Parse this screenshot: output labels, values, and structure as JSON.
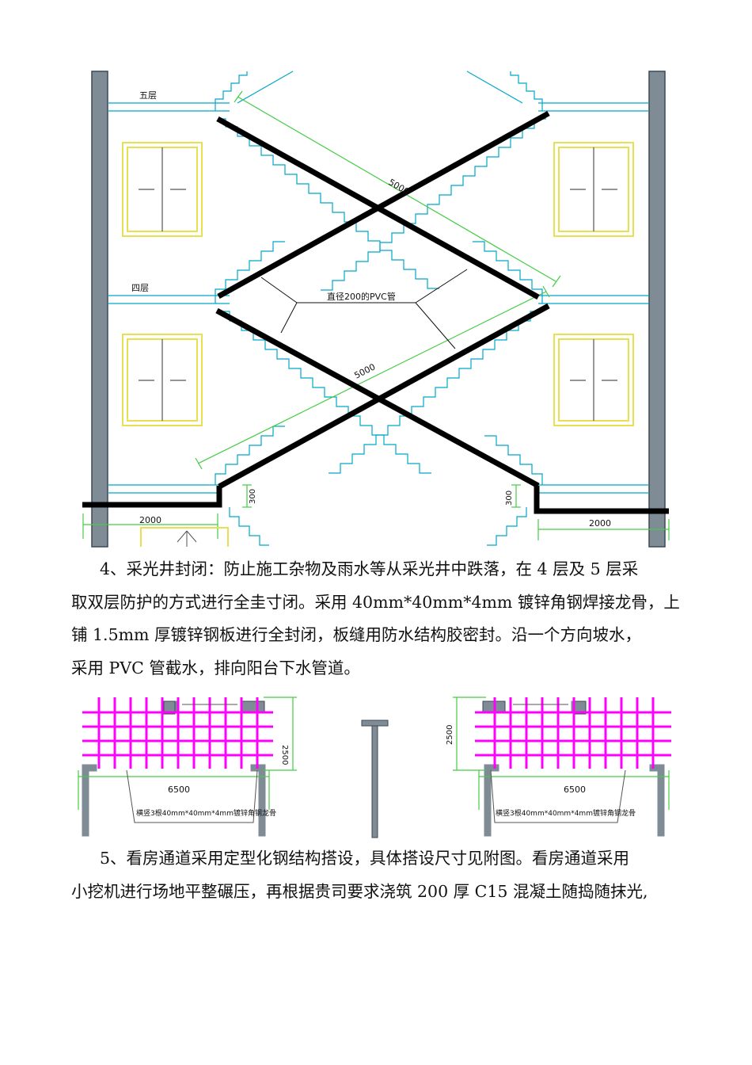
{
  "figure1": {
    "level_5_label": "五层",
    "level_4_label": "四层",
    "pipe_label": "直径200的PVC管",
    "dim_upper": "5000",
    "dim_lower": "5000",
    "dim_left_bottom": "2000",
    "dim_right_bottom": "2000",
    "dim_step_left": "300",
    "dim_step_right": "300"
  },
  "paragraph1": {
    "lines": [
      "4、采光井封闭：防止施工杂物及雨水等从采光井中跌落，在 4 层及 5 层采",
      "取双层防护的方式进行全圭寸闭。采用 40mm*40mm*4mm 镀锌角钢焊接龙骨，上",
      "铺 1.5mm 厚镀锌钢板进行全封闭，板缝用防水结构胶密封。沿一个方向坡水，",
      "采用 PVC 管截水，排向阳台下水管道。"
    ]
  },
  "figure2": {
    "left_width_dim": "6500",
    "left_height_dim": "2500",
    "left_note": "横竖3根40mm*40mm*4mm镀锌角钢龙骨",
    "right_width_dim": "6500",
    "right_height_dim": "2500",
    "right_note": "横竖3根40mm*40mm*4mm镀锌角钢龙骨"
  },
  "paragraph2": {
    "lines": [
      "5、看房通道采用定型化钢结构搭设，具体搭设尺寸见附图。看房通道采用",
      "小挖机进行场地平整碾压，再根据贵司要求浇筑 200 厚 C15 混凝土随捣随抹光,"
    ]
  },
  "colors": {
    "wall": "#7f8c96",
    "wall_edge": "#3a4a55",
    "stair": "#00a8c8",
    "dimension": "#44cc44",
    "window": "#e8e050",
    "grid_magenta": "#ff00ff",
    "black_brace": "#000000"
  }
}
